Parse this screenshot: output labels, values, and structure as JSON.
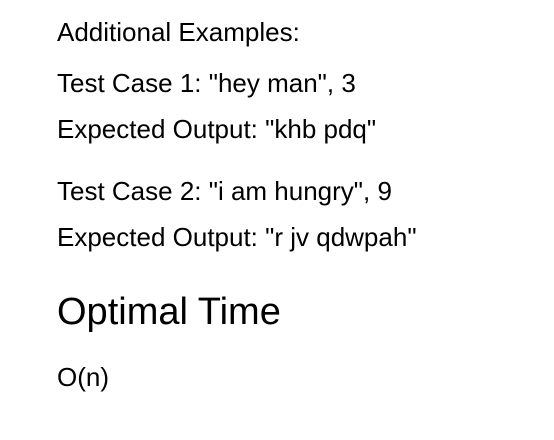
{
  "examples": {
    "heading": "Additional Examples:",
    "cases": [
      {
        "input": "Test Case 1: \"hey man\", 3",
        "output": "Expected Output: \"khb pdq\""
      },
      {
        "input": "Test Case 2: \"i am hungry\", 9",
        "output": "Expected Output: \"r jv qdwpah\""
      }
    ]
  },
  "optimal_time": {
    "heading": "Optimal Time",
    "value": "O(n)"
  }
}
